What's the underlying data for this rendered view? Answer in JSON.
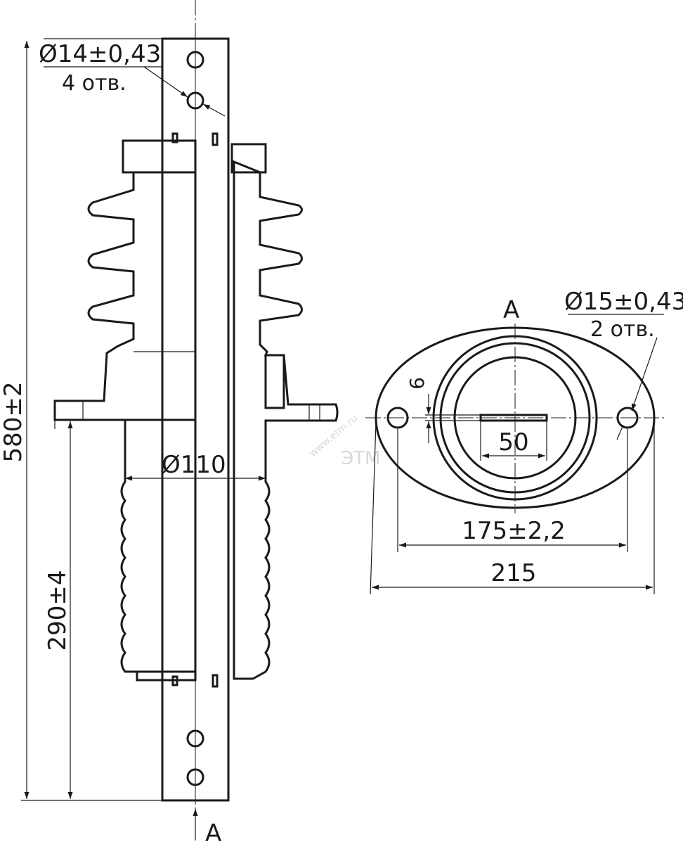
{
  "drawing": {
    "hole_top_label": "Ø14±0,43",
    "hole_top_count": "4 отв.",
    "height_total": "580±2",
    "height_lower": "290±4",
    "diameter_lower": "Ø110",
    "section_mark_top": "A",
    "section_mark_bottom": "A",
    "flange_hole_label": "Ø15±0,43",
    "flange_hole_count": "2 отв.",
    "slot_width": "6",
    "slot_length": "50",
    "hole_spacing": "175±2,2",
    "flange_width": "215"
  },
  "watermark": {
    "text": "ЭТМ",
    "url": "www.etm.ru"
  }
}
